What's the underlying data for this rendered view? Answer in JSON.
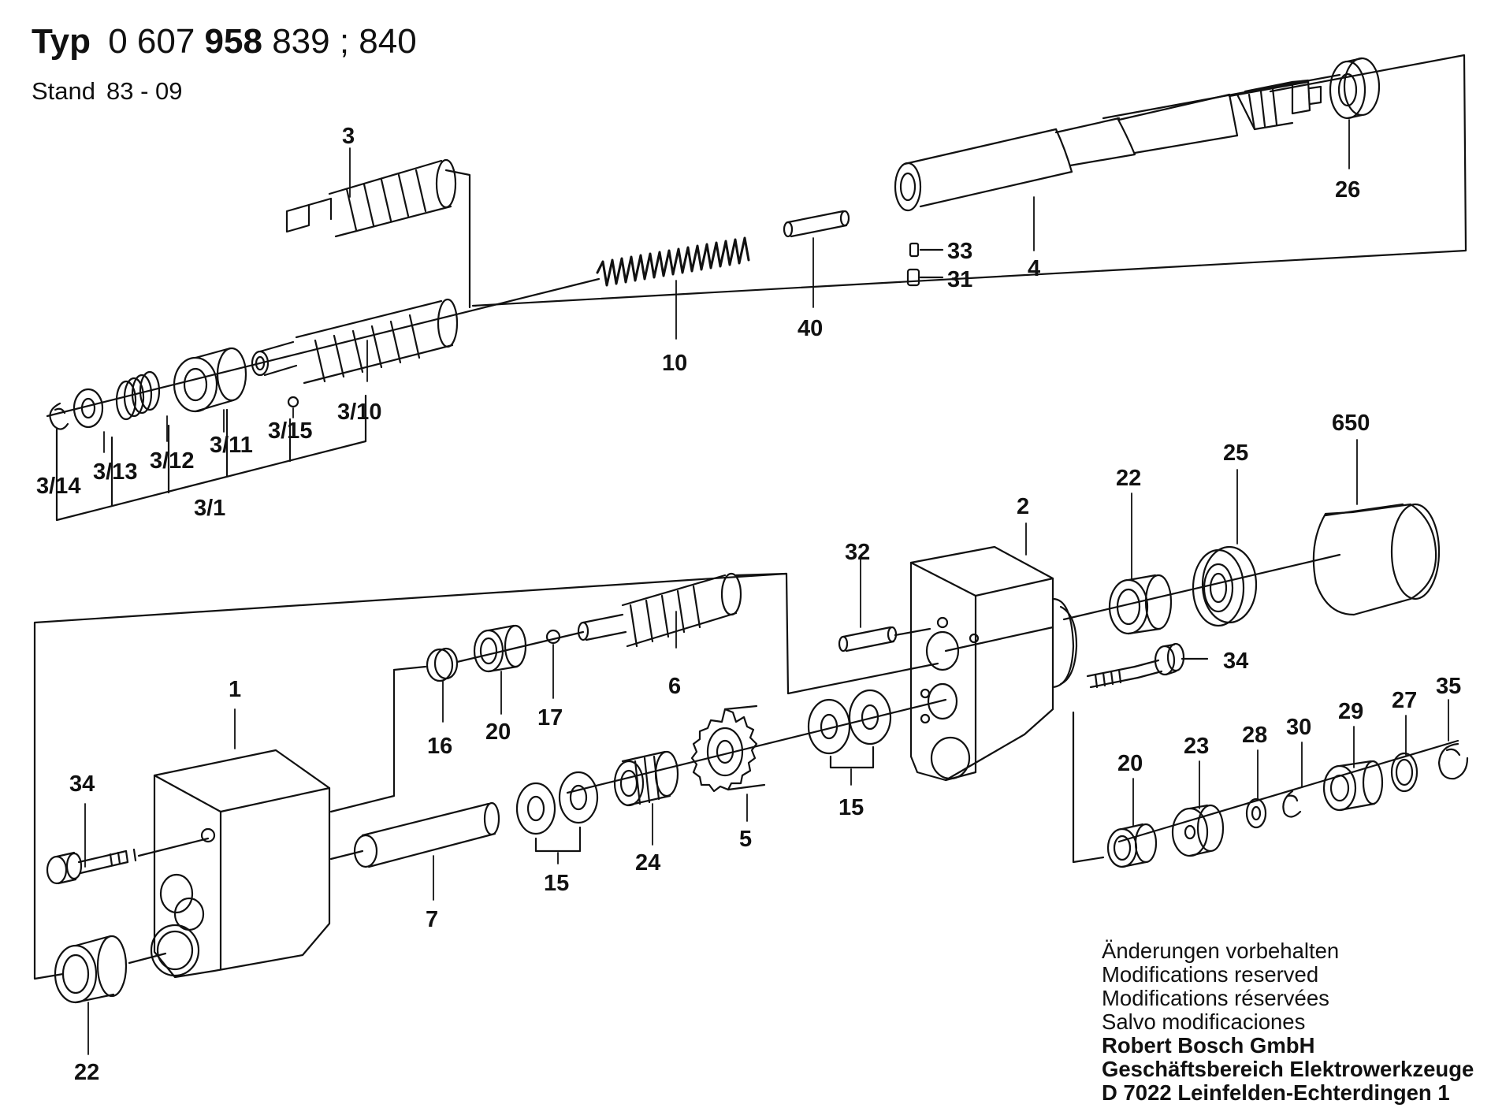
{
  "header": {
    "typ_label": "Typ",
    "number_main": "0 607",
    "number_bold": "958",
    "variants": "839 ; 840",
    "stand_label": "Stand",
    "stand_value": "83 - 09"
  },
  "footer": {
    "lines": [
      "Änderungen vorbehalten",
      "Modifications reserved",
      "Modifications réservées",
      "Salvo modificaciones"
    ],
    "company": [
      "Robert Bosch GmbH",
      "Geschäftsbereich Elektrowerkzeuge",
      "D 7022 Leinfelden-Echterdingen 1"
    ]
  },
  "part_labels": [
    "3",
    "26",
    "33",
    "31",
    "4",
    "40",
    "10",
    "3/10",
    "3/15",
    "3/11",
    "3/12",
    "3/13",
    "3/14",
    "3/1",
    "650",
    "25",
    "22",
    "2",
    "32",
    "34",
    "35",
    "27",
    "29",
    "30",
    "28",
    "23",
    "20",
    "6",
    "17",
    "20",
    "16",
    "1",
    "34",
    "15",
    "5",
    "24",
    "15",
    "7",
    "22"
  ]
}
